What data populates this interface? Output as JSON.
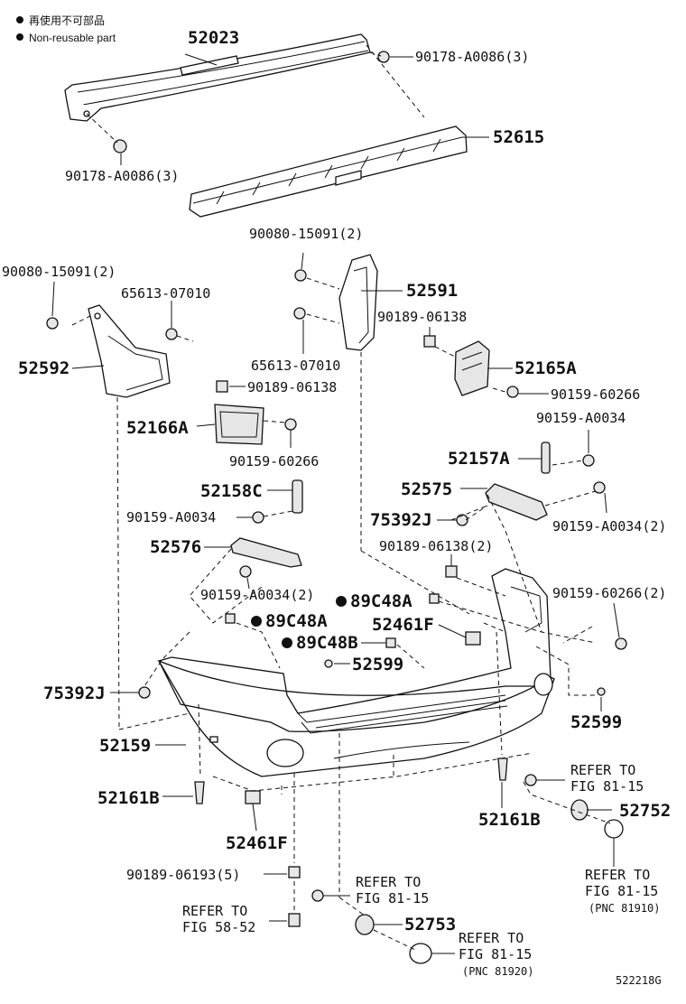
{
  "legend": {
    "line_jp": "再使用不可部品",
    "line_en": "Non-reusable part"
  },
  "diagram_id": "522218G",
  "callouts": {
    "p52023": "52023",
    "p90178_top": "90178-A0086(3)",
    "p90178_left": "90178-A0086(3)",
    "p52615": "52615",
    "p90080_top": "90080-15091(2)",
    "p90080_left": "90080-15091(2)",
    "p65613_a": "65613-07010",
    "p52591": "52591",
    "p52592": "52592",
    "p90189_06138_a": "90189-06138",
    "p65613_b": "65613-07010",
    "p52165A": "52165A",
    "p90159_60266_a": "90159-60266",
    "p90189_06138_b": "90189-06138",
    "p90159_A0034_a": "90159-A0034",
    "p52166A": "52166A",
    "p90159_60266_b": "90159-60266",
    "p52157A": "52157A",
    "p52158C": "52158C",
    "p52575": "52575",
    "p90159_A0034_b": "90159-A0034",
    "p75392J_a": "75392J",
    "p90159_A0034_2a": "90159-A0034(2)",
    "p52576": "52576",
    "p90189_06138_2": "90189-06138(2)",
    "p90159_A0034_2b": "90159-A0034(2)",
    "p89C48A_a": "89C48A",
    "p90159_60266_2": "90159-60266(2)",
    "p89C48A_b": "89C48A",
    "p52461F_a": "52461F",
    "p89C48B": "89C48B",
    "p52599_a": "52599",
    "p75392J_b": "75392J",
    "p52599_b": "52599",
    "p52159": "52159",
    "p52161B_a": "52161B",
    "p52161B_b": "52161B",
    "p52752": "52752",
    "p52461F_b": "52461F",
    "p90189_06193": "90189-06193(5)",
    "p52753": "52753"
  },
  "refers": {
    "r1_line1": "REFER TO",
    "r1_line2": "FIG 81-15",
    "r2_line1": "REFER TO",
    "r2_line2": "FIG 81-15",
    "r2_line3": "(PNC 81910)",
    "r3_line1": "REFER TO",
    "r3_line2": "FIG 81-15",
    "r4_line1": "REFER TO",
    "r4_line2": "FIG 58-52",
    "r5_line1": "REFER TO",
    "r5_line2": "FIG 81-15",
    "r5_line3": "(PNC 81920)"
  },
  "colors": {
    "ink": "#111111",
    "paper": "#ffffff"
  }
}
